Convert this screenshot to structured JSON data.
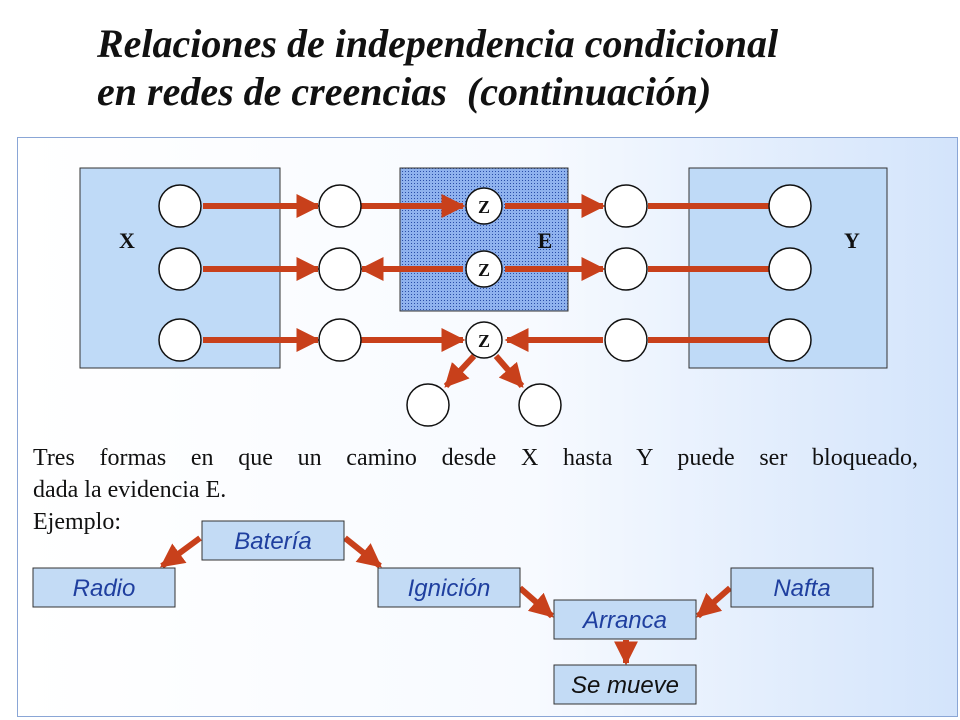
{
  "slide": {
    "title_line1": "Relaciones de independencia condicional",
    "title_line2": "en redes de creencias  (continuación)"
  },
  "diagram": {
    "set_x_label": "X",
    "set_e_label": "E",
    "set_y_label": "Y",
    "z_node_label": "Z",
    "colors": {
      "arrow": "#c8401b",
      "set_fill": "#bfdaf7",
      "evidence_fill": "#8fb2ee",
      "node_fill": "#ffffff",
      "example_fill": "#c3dbf5",
      "example_text": "#1f3f9f"
    }
  },
  "description": {
    "line1": "Tres formas en que un camino desde X hasta Y puede ser bloqueado,",
    "line2": "dada la evidencia E.",
    "line3": "Ejemplo:"
  },
  "example": {
    "bateria": "Batería",
    "radio": "Radio",
    "ignicion": "Ignición",
    "nafta": "Nafta",
    "arranca": "Arranca",
    "se_mueve": "Se mueve"
  }
}
